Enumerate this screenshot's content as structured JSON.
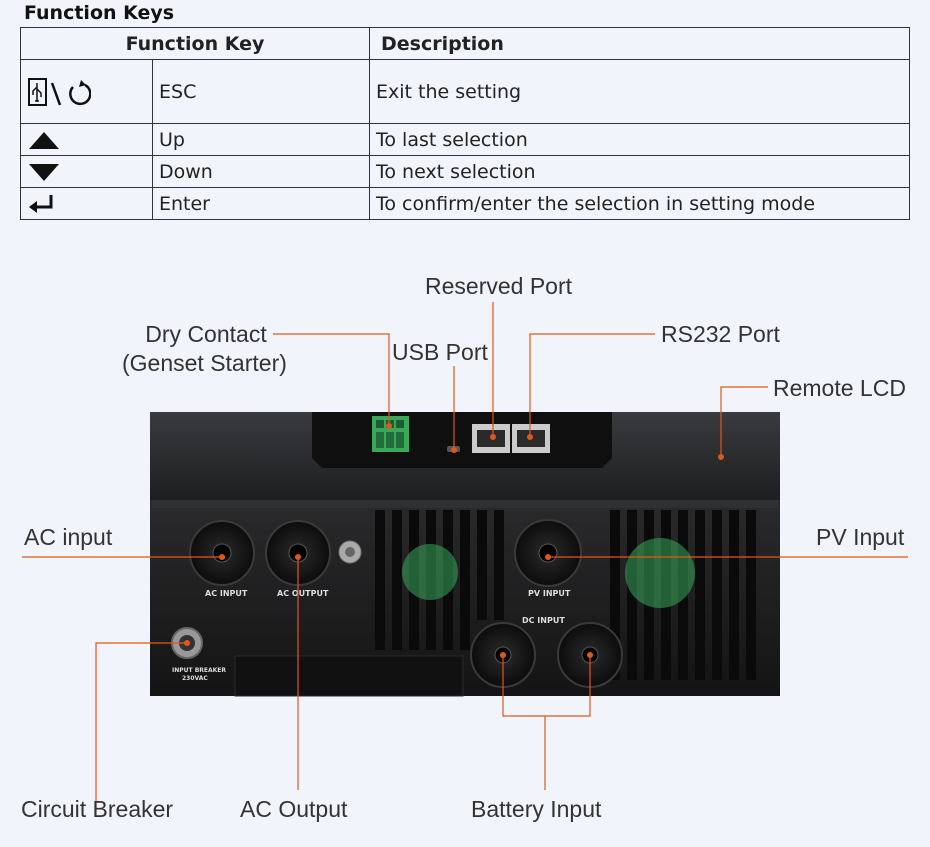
{
  "title": "Function Keys",
  "table": {
    "headers": [
      "Function Key",
      "Description"
    ],
    "rows": [
      {
        "icon": "usb-power-icon",
        "name": "ESC",
        "desc": "Exit the setting"
      },
      {
        "icon": "up-arrow-icon",
        "name": "Up",
        "desc": "To last selection"
      },
      {
        "icon": "down-arrow-icon",
        "name": "Down",
        "desc": "To next selection"
      },
      {
        "icon": "enter-arrow-icon",
        "name": "Enter",
        "desc": "To confirm/enter the selection in setting mode"
      }
    ]
  },
  "labels": {
    "reserved_port": "Reserved Port",
    "dry_contact": "Dry Contact",
    "dry_contact_sub": "(Genset Starter)",
    "usb_port": "USB Port",
    "rs232_port": "RS232 Port",
    "remote_lcd": "Remote LCD",
    "ac_input": "AC input",
    "pv_input": "PV Input",
    "circuit_breaker": "Circuit Breaker",
    "ac_output": "AC Output",
    "battery_input": "Battery Input"
  },
  "device": {
    "silk_ac_input": "AC  INPUT",
    "silk_ac_output": "AC  OUTPUT",
    "silk_pv_input": "PV  INPUT",
    "silk_dc_input": "DC   INPUT",
    "silk_breaker_1": "INPUT BREAKER",
    "silk_breaker_2": "230VAC"
  },
  "colors": {
    "leader": "#e0571c",
    "body": "#1c1c1e",
    "accent_green": "#3aa85a"
  }
}
